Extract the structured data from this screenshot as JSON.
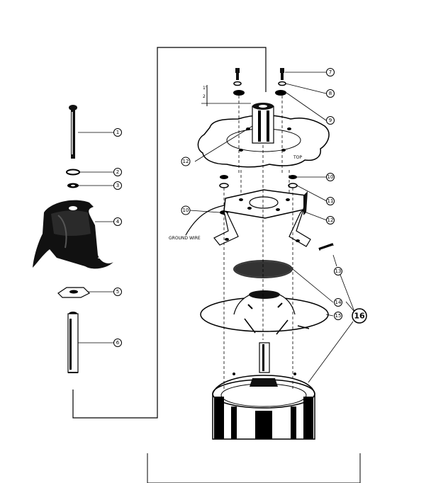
{
  "diagram": {
    "callouts": [
      {
        "label": "1"
      },
      {
        "label": "2"
      },
      {
        "label": "3"
      },
      {
        "label": "4"
      },
      {
        "label": "5"
      },
      {
        "label": "6"
      },
      {
        "label": "7"
      },
      {
        "label": "8"
      },
      {
        "label": "9"
      },
      {
        "label": "10"
      },
      {
        "label": "11"
      },
      {
        "label": "12"
      },
      {
        "label": "12"
      },
      {
        "label": "10"
      },
      {
        "label": "13"
      },
      {
        "label": "14"
      },
      {
        "label": "15"
      },
      {
        "label": "16"
      }
    ],
    "annotations": {
      "ground_wire": "GROUND WIRE",
      "top_text": "TOP",
      "fraction_numerator": "1\"",
      "fraction_denominator": "2"
    }
  }
}
